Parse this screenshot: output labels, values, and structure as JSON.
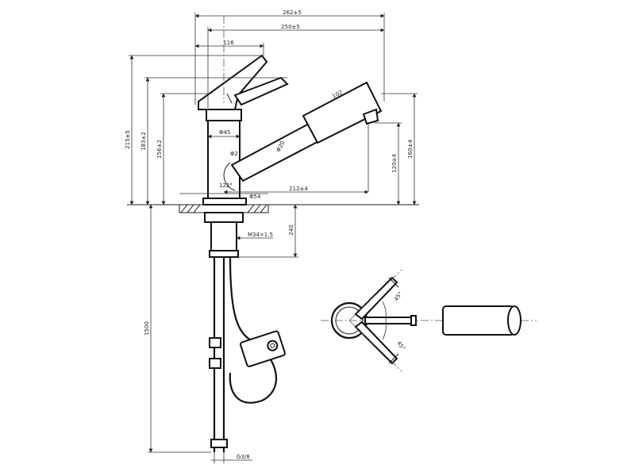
{
  "dimensions": {
    "overall_width": "262±5",
    "spout_reach": "250±5",
    "lever_offset": "116",
    "spout_len": "102",
    "total_height": "215±5",
    "height_183": "183±2",
    "height_156": "156±2",
    "body_dia": "Φ45",
    "spout_dia": "Φ20",
    "angle_top": "Φ2",
    "tilt_angle": "122°",
    "base_dia": "Φ54",
    "spout_base_len": "212±4",
    "outlet_height": "120±4",
    "head_height": "160±4",
    "thread": "M34×1.5",
    "shank": "240",
    "hose_len": "1500",
    "connector": "G3/8",
    "angle_a": "45°",
    "angle_b": "45°"
  }
}
